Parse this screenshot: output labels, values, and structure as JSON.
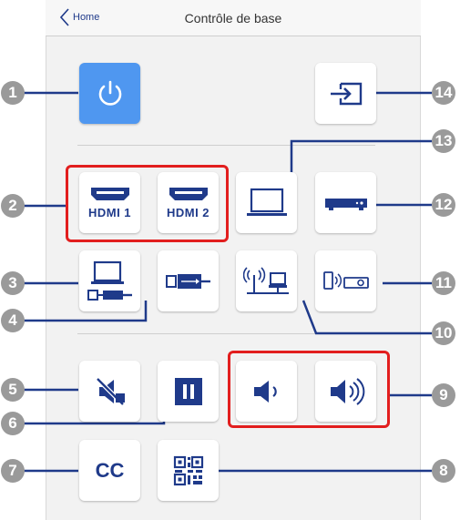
{
  "header": {
    "back_label": "Home",
    "title": "Contrôle de base"
  },
  "buttons": {
    "hdmi1_label": "HDMI 1",
    "hdmi2_label": "HDMI 2",
    "cc_label": "CC"
  },
  "callouts": [
    "1",
    "2",
    "3",
    "4",
    "5",
    "6",
    "7",
    "8",
    "9",
    "10",
    "11",
    "12",
    "13",
    "14"
  ],
  "colors": {
    "accent": "#1f3a8a",
    "power_bg": "#4f97f0",
    "highlight": "#e21e1e",
    "callout": "#9a9a9a"
  }
}
